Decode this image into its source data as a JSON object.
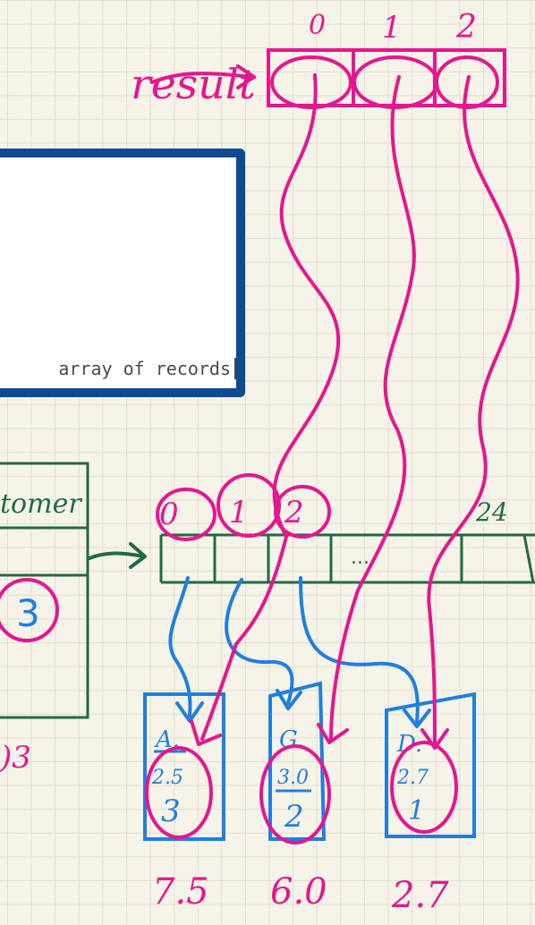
{
  "result_label": "result",
  "result_indices": [
    "0",
    "1",
    "2"
  ],
  "box_caption": "array of records",
  "customer_label": "tomer",
  "customer_count": "3",
  "customer_tail": ")3",
  "array_indices": [
    "0",
    "1",
    "2"
  ],
  "array_last_index": "24",
  "array_ellipsis": "...",
  "records": [
    {
      "name": "A.",
      "price": "2.5",
      "qty": "3",
      "total": "7.5"
    },
    {
      "name": "G.",
      "price": "3.0",
      "qty": "2",
      "total": "6.0"
    },
    {
      "name": "D.",
      "price": "2.7",
      "qty": "1",
      "total": "2.7"
    }
  ],
  "colors": {
    "magenta": "#e5168f",
    "green": "#1f6b45",
    "blue": "#1f7fe0",
    "frame": "#0f4b91"
  }
}
